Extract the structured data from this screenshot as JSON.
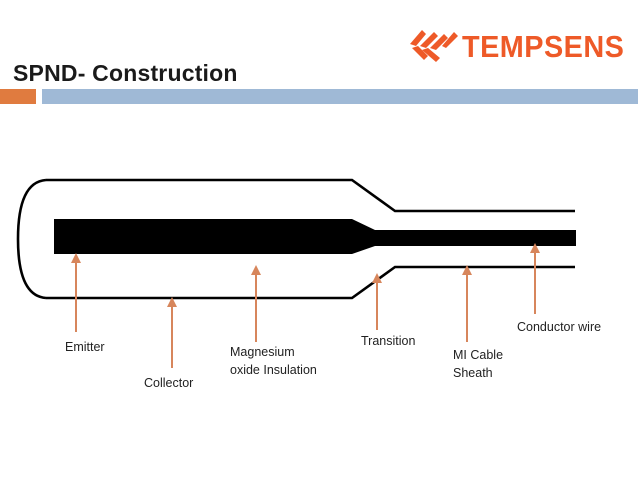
{
  "header": {
    "title": "SPND- Construction",
    "logo_text": "TEMPSENS",
    "logo_icon": "tempsens-logo-icon"
  },
  "colors": {
    "accent_orange": "#e07b3f",
    "accent_blue": "#9fb9d6",
    "logo_red": "#ee5a28",
    "arrow": "#d7865c",
    "outline": "#000000"
  },
  "diagram": {
    "labels": {
      "emitter": "Emitter",
      "collector": "Collector",
      "insulation": "Magnesium\noxide Insulation",
      "transition": "Transition",
      "sheath": "MI Cable\nSheath",
      "conductor": "Conductor wire"
    }
  }
}
